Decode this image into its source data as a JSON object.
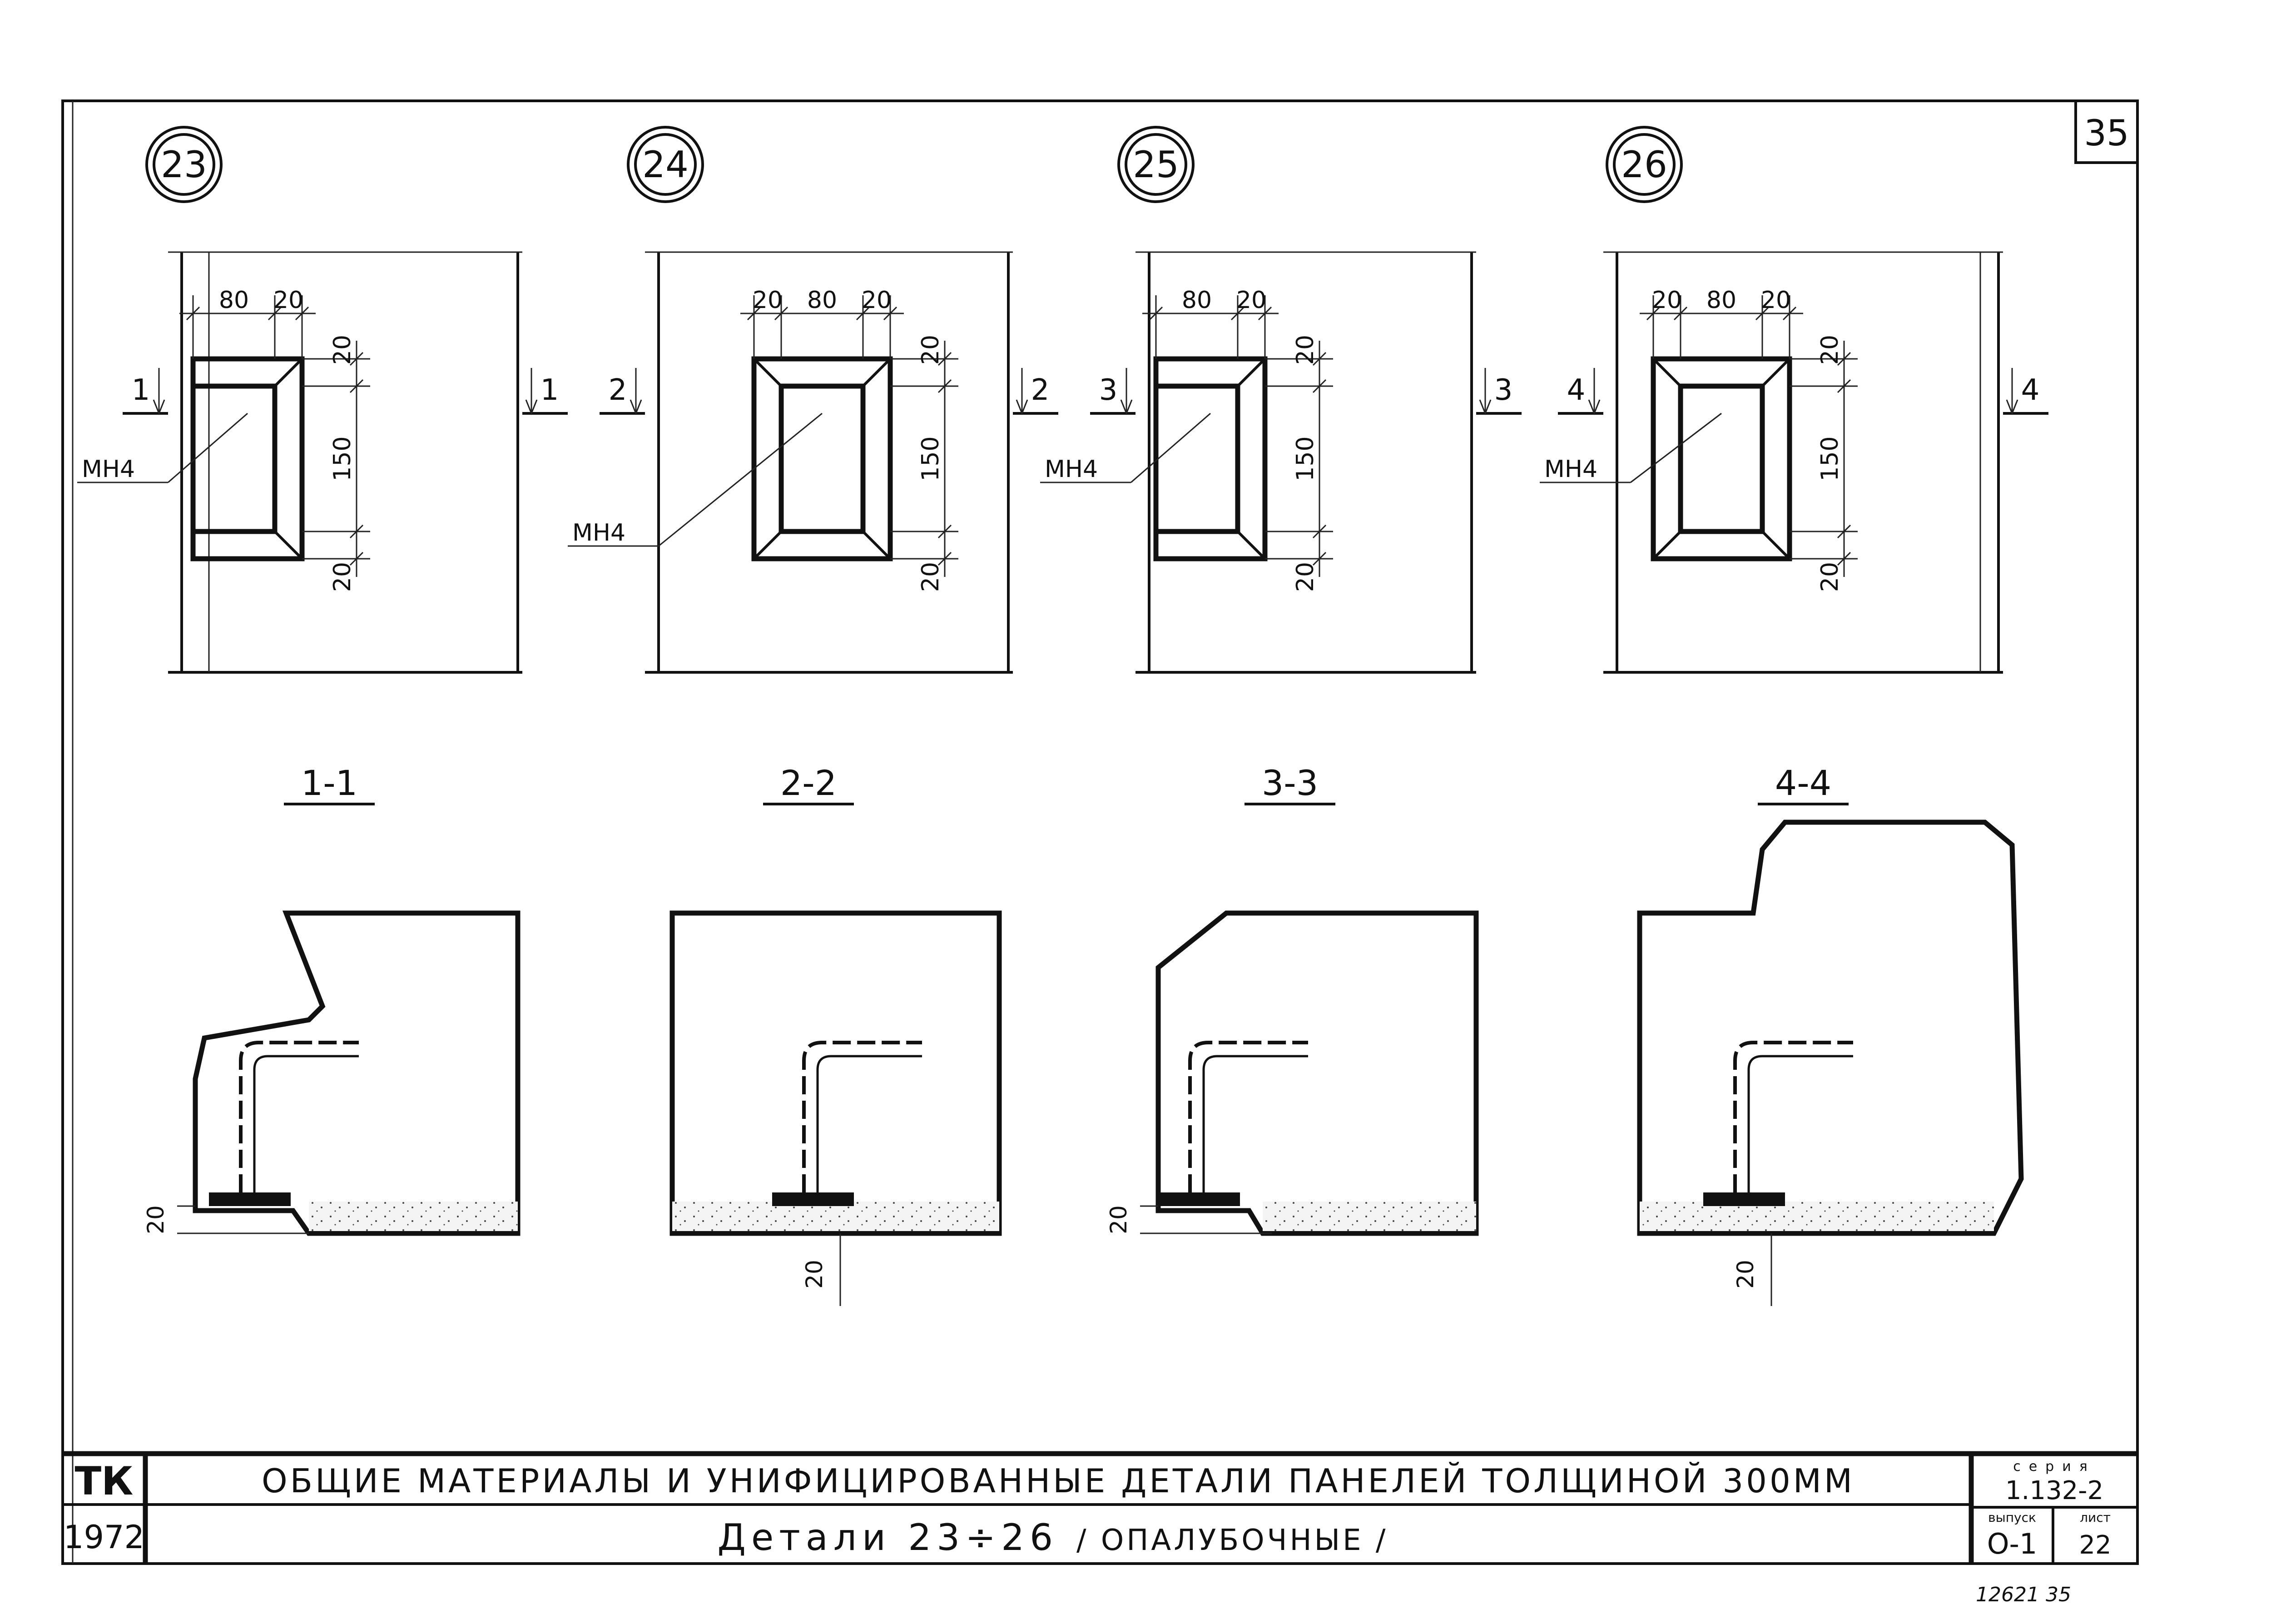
{
  "sheet": {
    "page_number": "35",
    "stamp_bottom": "12621   35"
  },
  "details": [
    {
      "id": "23",
      "section_mark": "1",
      "section_label": "1-1",
      "dims_h": [
        "80",
        "20"
      ],
      "dims_v": [
        "20",
        "150",
        "20"
      ],
      "part_label": "МН4",
      "bottom_dim": "20"
    },
    {
      "id": "24",
      "section_mark": "2",
      "section_label": "2-2",
      "dims_h": [
        "20",
        "80",
        "20"
      ],
      "dims_v": [
        "20",
        "150",
        "20"
      ],
      "part_label": "МН4",
      "bottom_dim": "20"
    },
    {
      "id": "25",
      "section_mark": "3",
      "section_label": "3-3",
      "dims_h": [
        "80",
        "20"
      ],
      "dims_v": [
        "20",
        "150",
        "20"
      ],
      "part_label": "МН4",
      "bottom_dim": "20"
    },
    {
      "id": "26",
      "section_mark": "4",
      "section_label": "4-4",
      "dims_h": [
        "20",
        "80",
        "20"
      ],
      "dims_v": [
        "20",
        "150",
        "20"
      ],
      "part_label": "МН4",
      "bottom_dim": "20"
    }
  ],
  "title_block": {
    "org": "ТК",
    "year": "1972",
    "line1": "ОБЩИЕ МАТЕРИАЛЫ И УНИФИЦИРОВАННЫЕ ДЕТАЛИ ПАНЕЛЕЙ ТОЛЩИНОЙ 300ММ",
    "line2_main": "Детали 23÷26",
    "line2_sub": "/ ОПАЛУБОЧНЫЕ /",
    "series_label": "серия",
    "series_value": "1.132-2",
    "issue_label": "выпуск",
    "issue_value": "О-1",
    "sheet_label": "лист",
    "sheet_value": "22"
  }
}
